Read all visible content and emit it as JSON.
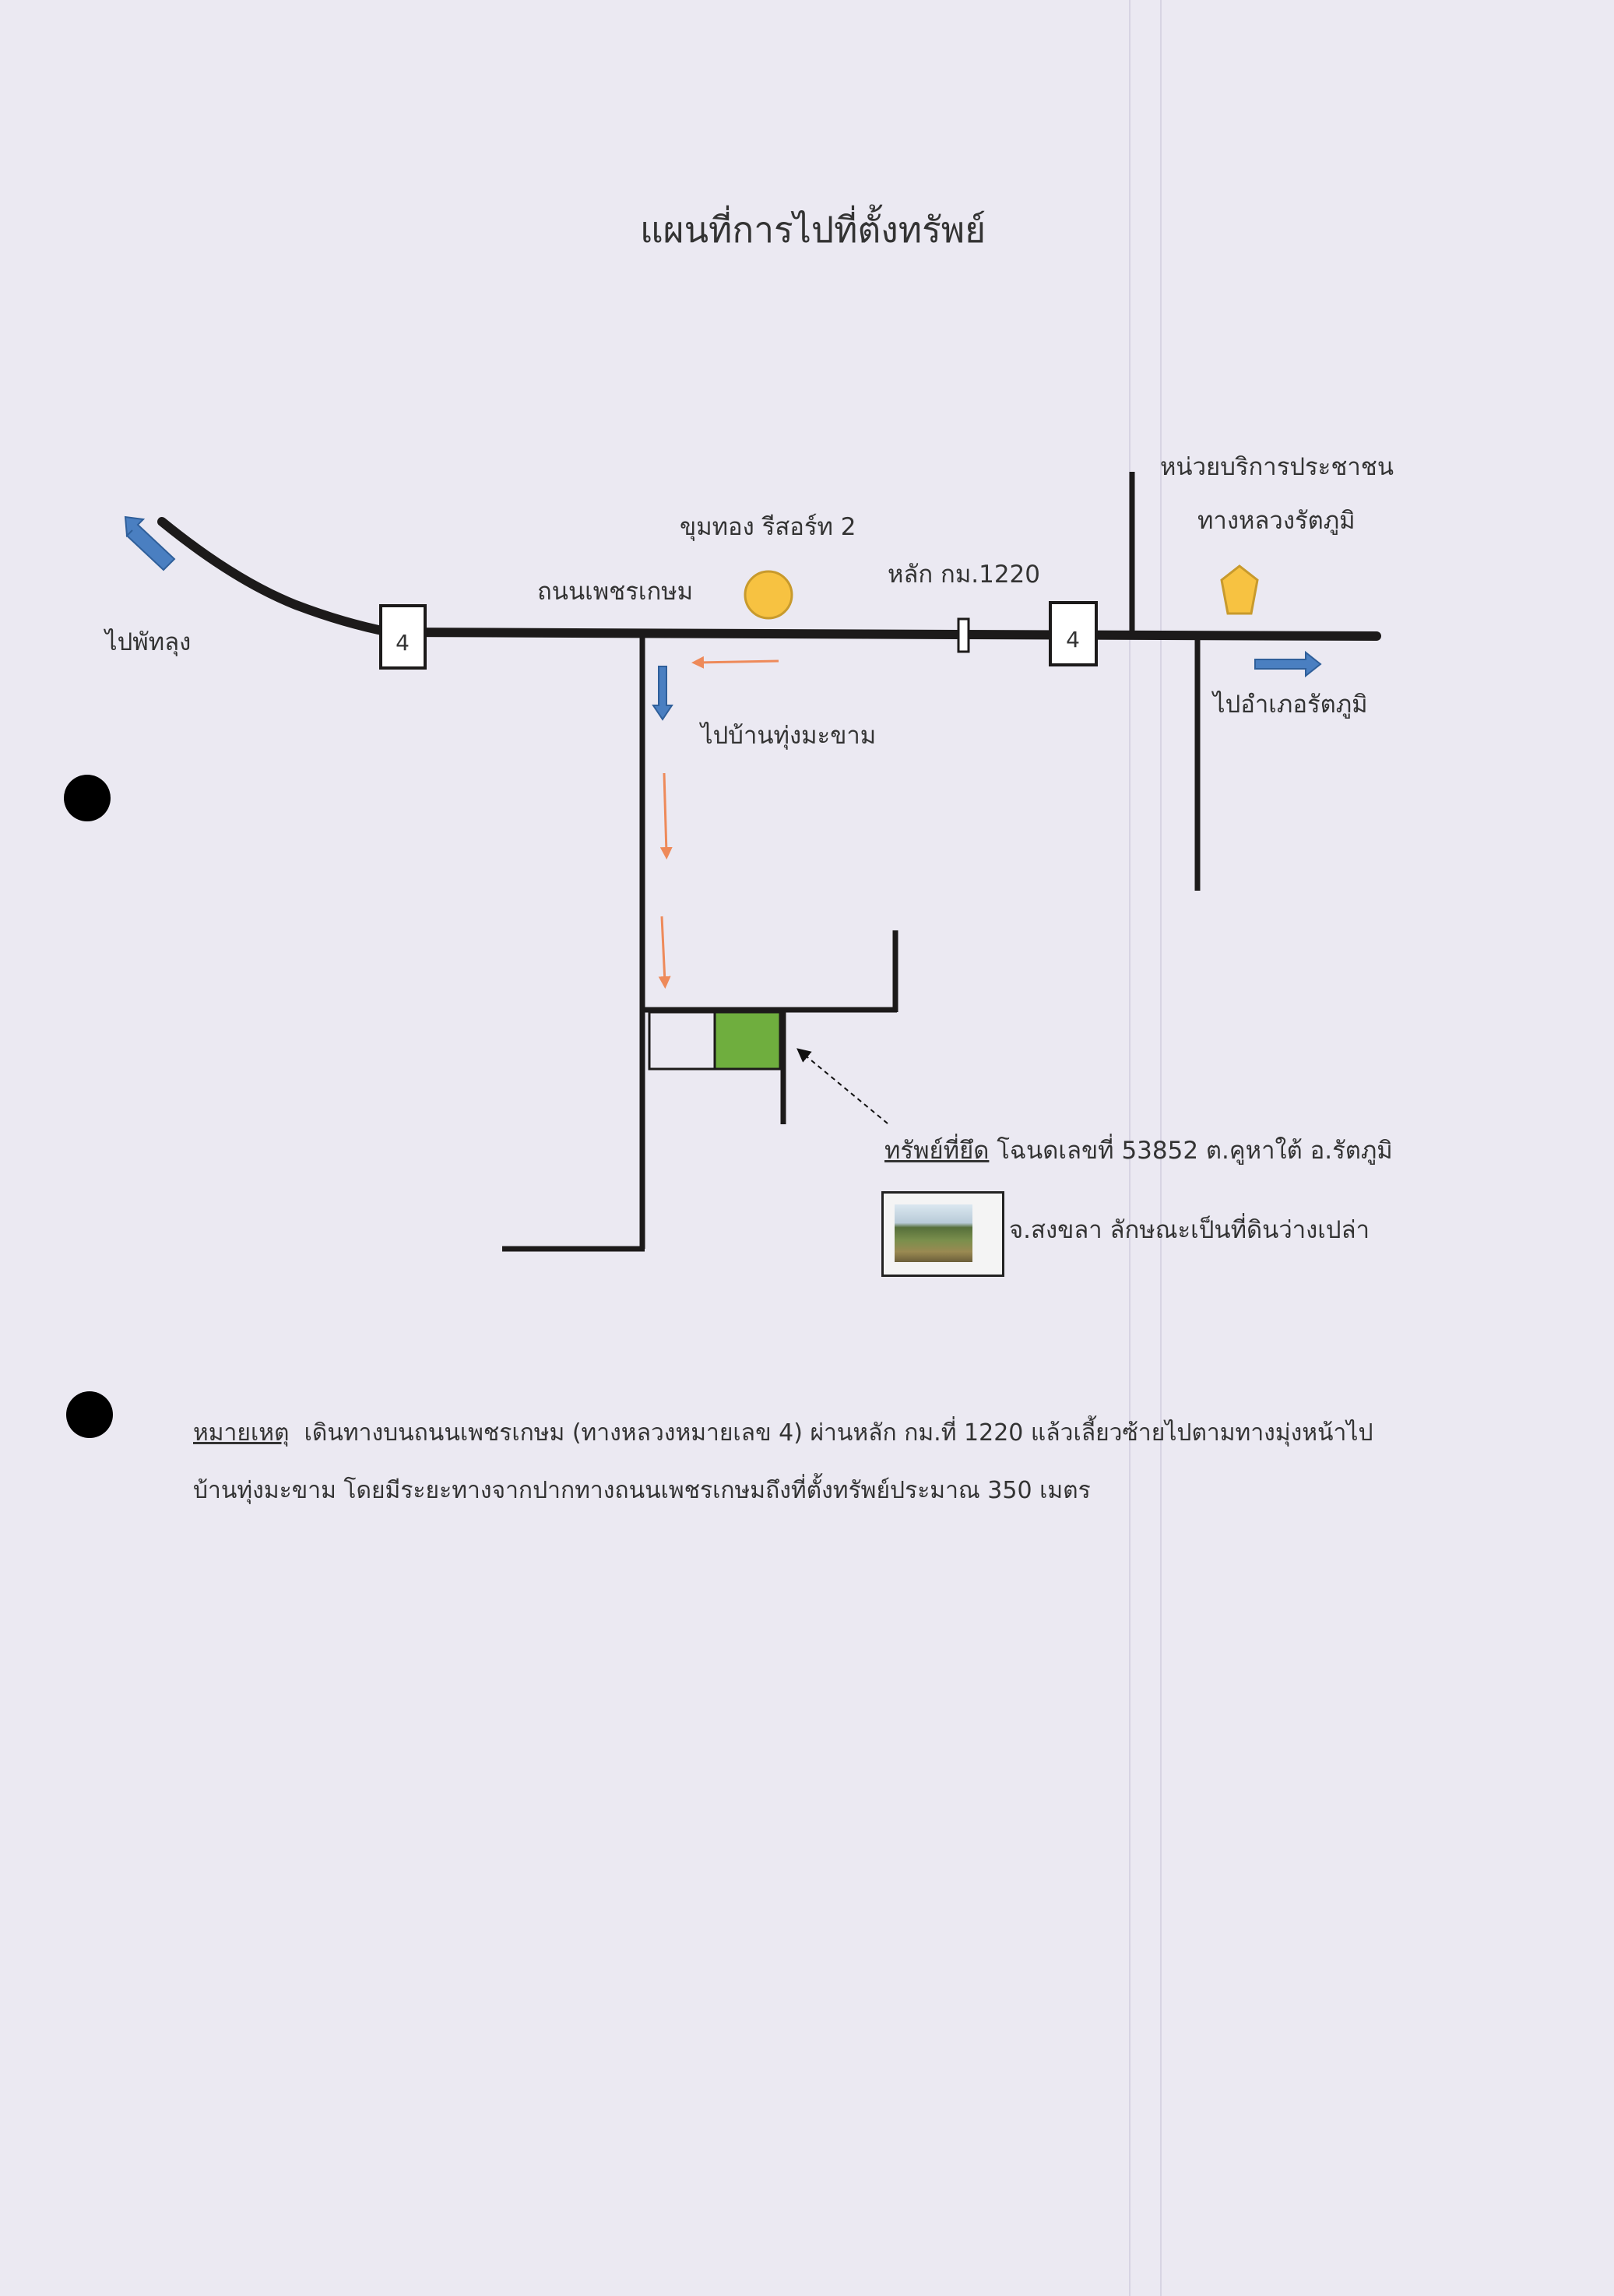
{
  "title": "แผนที่การไปที่ตั้งทรัพย์",
  "map": {
    "labels": {
      "to_phatthalung": "ไปพัทลุง",
      "phetkasem_road": "ถนนเพชรเกษม",
      "resort": "ขุมทอง รีสอร์ท 2",
      "km_marker": "หลัก กม.1220",
      "service_unit_line1": "หน่วยบริการประชาชน",
      "service_unit_line2": "ทางหลวงรัตภูมิ",
      "to_ratthaphum": "ไปอำเภอรัตภูมิ",
      "to_ban_thung": "ไปบ้านทุ่งมะขาม",
      "highway_shield_left": "4",
      "highway_shield_right": "4"
    },
    "colors": {
      "road": "#1c1a1a",
      "resort_marker": "#f7c241",
      "service_marker": "#f7c241",
      "direction_arrow": "#4a7fc1",
      "route_arrow": "#ee8a5a",
      "property_plot": "#6fae3e"
    },
    "property_caption": {
      "prefix": "ทรัพย์ที่ยึด",
      "line1_rest": " โฉนดเลขที่ 53852 ต.คูหาใต้ อ.รัตภูมิ",
      "line2": "จ.สงขลา ลักษณะเป็นที่ดินว่างเปล่า"
    }
  },
  "note": {
    "heading": "หมายเหตุ",
    "line1_rest": "เดินทางบนถนนเพชรเกษม (ทางหลวงหมายเลข 4) ผ่านหลัก กม.ที่ 1220 แล้วเลี้ยวซ้ายไปตามทางมุ่งหน้าไป",
    "line2": "บ้านทุ่งมะขาม โดยมีระยะทางจากปากทางถนนเพชรเกษมถึงที่ตั้งทรัพย์ประมาณ 350 เมตร"
  }
}
